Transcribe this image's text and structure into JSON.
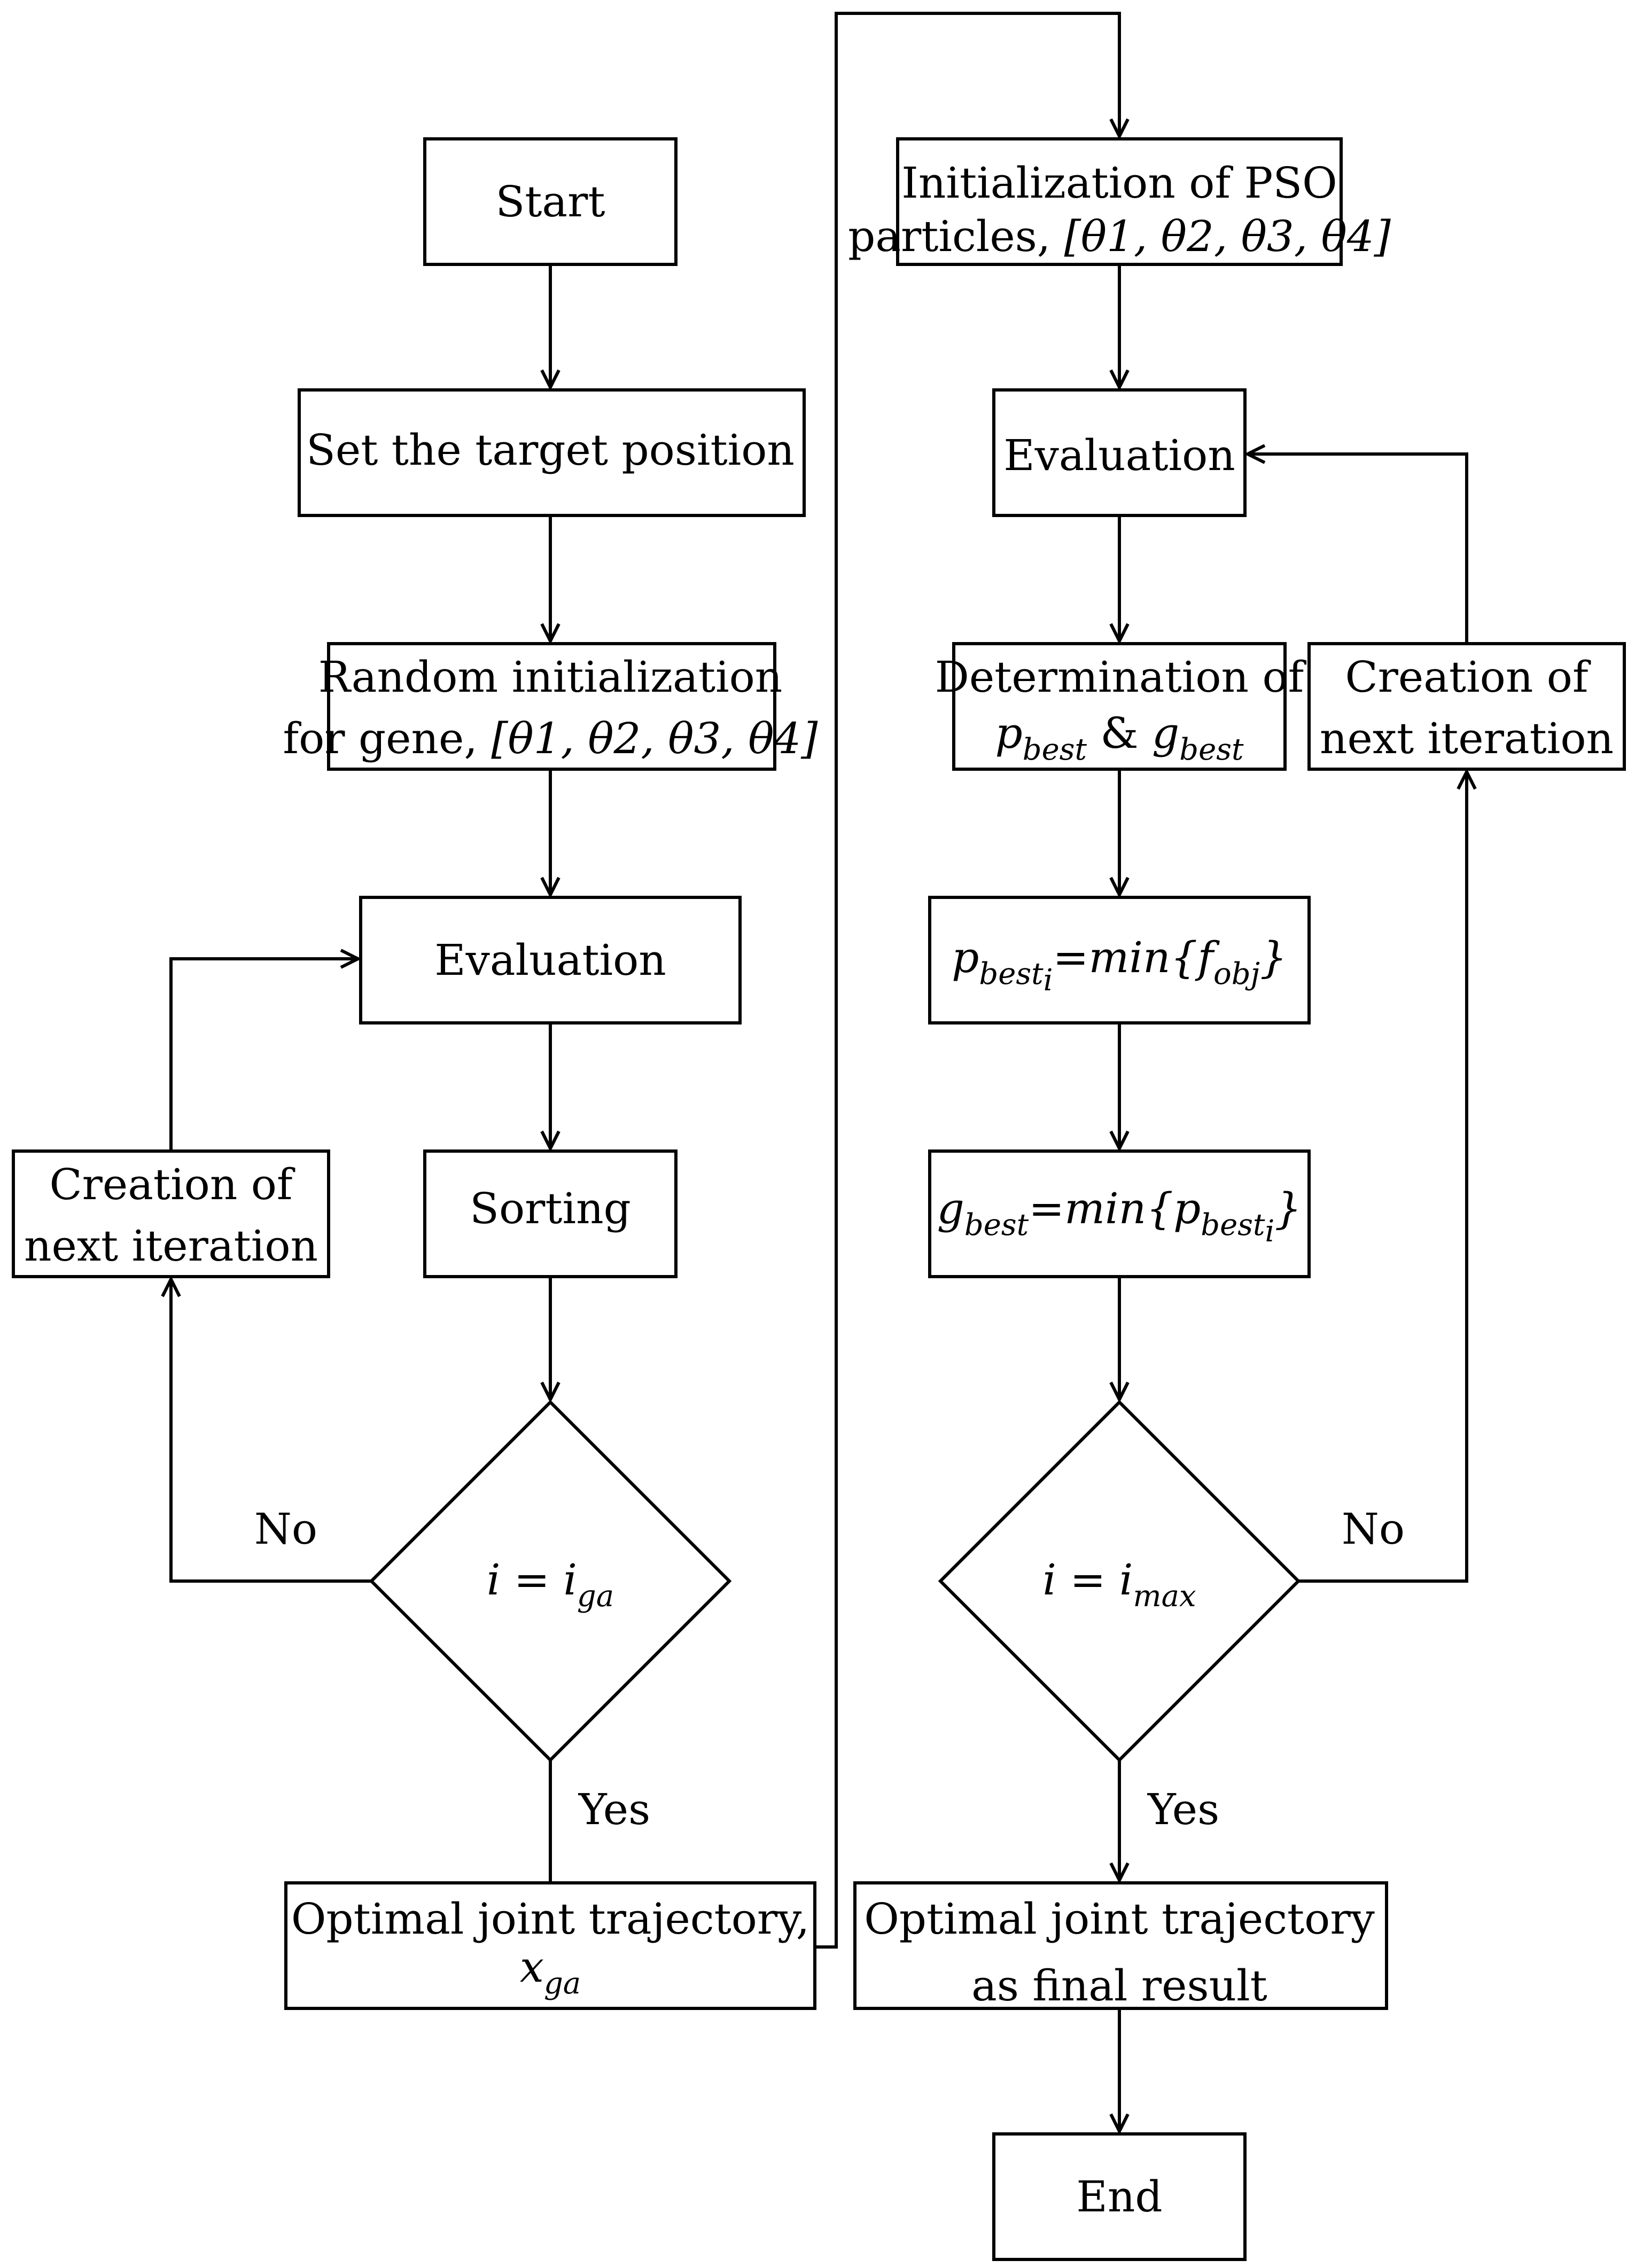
{
  "ga": {
    "start": "Start",
    "set_target": "Set the target position",
    "random_init": {
      "line1": "Random initialization",
      "line2_prefix": "for gene, ",
      "vars": "[θ1, θ2, θ3, θ4]"
    },
    "evaluation": "Evaluation",
    "sorting": "Sorting",
    "creation": {
      "line1": "Creation of",
      "line2": "next iteration"
    },
    "decision": {
      "lhs": "i",
      "op": " = ",
      "rhs": "i",
      "rhs_sub": "ga"
    },
    "no_label": "No",
    "yes_label": "Yes",
    "optimal": {
      "line1": "Optimal joint trajectory,",
      "var": "x",
      "var_sub": "ga"
    }
  },
  "pso": {
    "init": {
      "line1": "Initialization of PSO",
      "line2_prefix": "particles, ",
      "vars": "[θ1, θ2, θ3, θ4]"
    },
    "evaluation": "Evaluation",
    "determination": {
      "line1": "Determination of",
      "p": "p",
      "p_sub": "best",
      "amp": " & ",
      "g": "g",
      "g_sub": "best"
    },
    "pbest": {
      "p": "p",
      "p_sub": "best",
      "p_sub2": "i",
      "eq": "=min{",
      "f": "f",
      "f_sub": "obj",
      "close": "}"
    },
    "gbest": {
      "g": "g",
      "g_sub": "best",
      "eq": "=min{",
      "p": "p",
      "p_sub": "best",
      "p_sub2": "i",
      "close": "}"
    },
    "creation": {
      "line1": "Creation of",
      "line2": "next iteration"
    },
    "decision": {
      "lhs": "i",
      "op": " = ",
      "rhs": "i",
      "rhs_sub": "max"
    },
    "no_label": "No",
    "yes_label": "Yes",
    "final": {
      "line1": "Optimal joint trajectory",
      "line2": "as final result"
    },
    "end": "End"
  }
}
